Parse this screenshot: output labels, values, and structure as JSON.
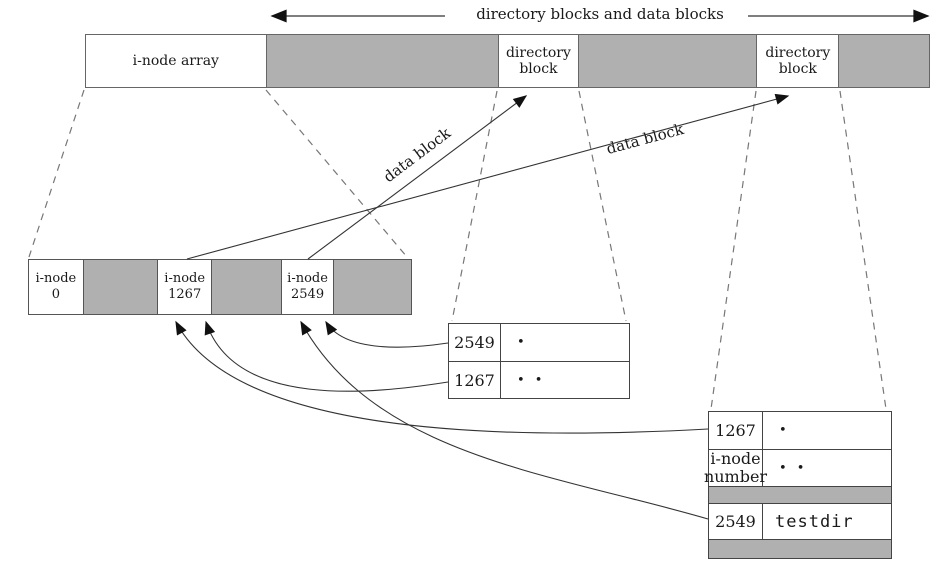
{
  "header": {
    "title": "directory blocks and data blocks"
  },
  "top_row": {
    "cells": [
      {
        "label": "i-node array",
        "type": "white"
      },
      {
        "label": "",
        "type": "gray"
      },
      {
        "label": "directory block",
        "type": "white"
      },
      {
        "label": "",
        "type": "gray"
      },
      {
        "label": "directory block",
        "type": "white"
      },
      {
        "label": "",
        "type": "gray"
      }
    ]
  },
  "inode_row": {
    "cells": [
      {
        "name": "i-node",
        "number": "0",
        "type": "white"
      },
      {
        "name": "",
        "number": "",
        "type": "gray"
      },
      {
        "name": "i-node",
        "number": "1267",
        "type": "white"
      },
      {
        "name": "",
        "number": "",
        "type": "gray"
      },
      {
        "name": "i-node",
        "number": "2549",
        "type": "white"
      },
      {
        "name": "",
        "number": "",
        "type": "gray"
      }
    ]
  },
  "arrows": {
    "data_block_label_1": "data block",
    "data_block_label_2": "data block"
  },
  "middle_table": {
    "rows": [
      {
        "inode": "2549",
        "entry": "•"
      },
      {
        "inode": "1267",
        "entry": "• •"
      }
    ]
  },
  "right_table": {
    "rows": [
      {
        "inode": "1267",
        "entry": "•"
      },
      {
        "inode": "i-node number",
        "entry": "• •"
      },
      {
        "inode": "2549",
        "entry": "testdir"
      }
    ]
  },
  "colors": {
    "block_gray": "#b0b0b0",
    "line": "#333333",
    "dashed_line": "#777777"
  }
}
